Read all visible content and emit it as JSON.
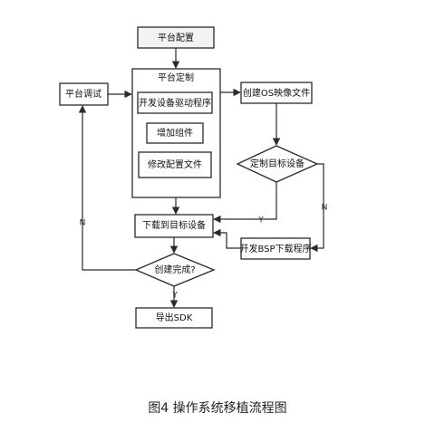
{
  "nodes": {
    "platform_config": "平台配置",
    "platform_custom": "平台定制",
    "develop_driver": "开发设备驱动程序",
    "add_component": "增加组件",
    "modify_config": "修改配置文件",
    "platform_debug": "平台调试",
    "create_os_image": "创建OS映像文件",
    "custom_target": "定制目标设备",
    "download_target": "下载到目标设备",
    "develop_bsp": "开发BSP下载程序",
    "build_done": "创建完成?",
    "export_sdk": "导出SDK"
  },
  "edges": {
    "yes_to_download": "Y",
    "no_to_bsp": "N",
    "no_to_debug": "N",
    "yes_to_sdk": "Y"
  },
  "caption": "图4 操作系统移植流程图"
}
